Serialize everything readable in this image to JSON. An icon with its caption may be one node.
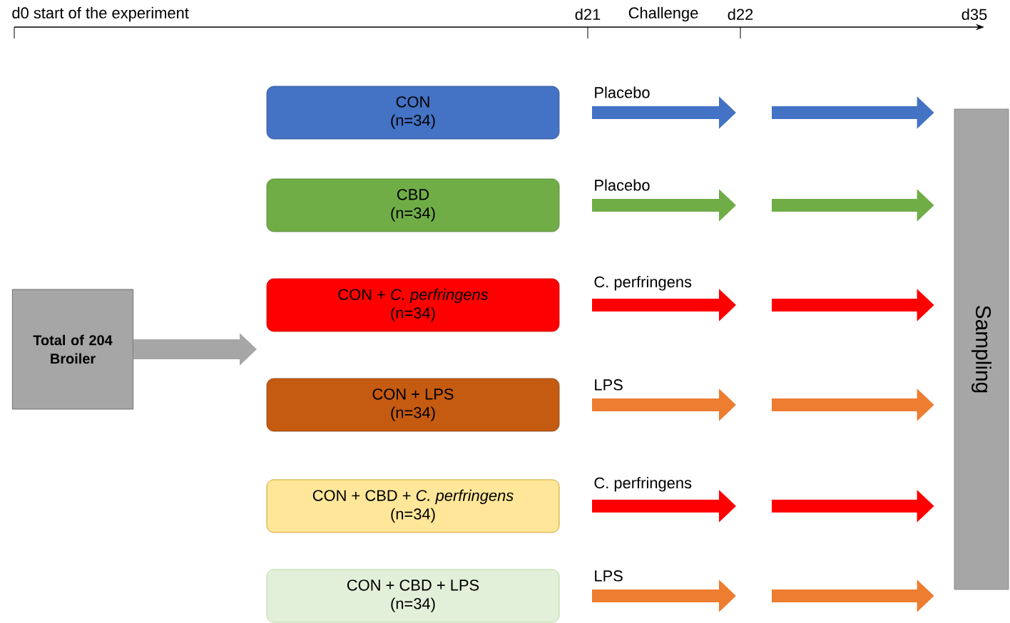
{
  "diagram": {
    "nodes": [
      {
        "text": [
          "Total of 204 Broiler"
        ]
      },
      {
        "text": [
          "CON",
          "(n=34)"
        ]
      },
      {
        "text": [
          "CBD",
          "(n=34)"
        ]
      },
      {
        "text": [
          "CON + *C. perfringens*",
          "(n=34)"
        ]
      },
      {
        "text": [
          "CON + LPS",
          "(n=34)"
        ]
      },
      {
        "text": [
          "CON + CBD + *C. perfringens*",
          "(n=34)"
        ]
      },
      {
        "text": [
          "CON + CBD + LPS",
          "(n=34)"
        ]
      },
      {
        "text": [
          "Sampling"
        ]
      }
    ],
    "edges": [
      {
        "from": 0,
        "to": null,
        "arrow": "to",
        "color": "#a6a6a6"
      },
      {
        "from": 1,
        "to": null,
        "arrow": "to",
        "label": "Placebo",
        "color": "#4472c4"
      },
      {
        "from": null,
        "to": 7,
        "arrow": "to",
        "color": "#4472c4"
      },
      {
        "from": 2,
        "to": null,
        "arrow": "to",
        "label": "Placebo",
        "color": "#70ad47"
      },
      {
        "from": null,
        "to": 7,
        "arrow": "to",
        "color": "#70ad47"
      },
      {
        "from": 3,
        "to": null,
        "arrow": "to",
        "label": "C. perfringens",
        "color": "#ff0000"
      },
      {
        "from": null,
        "to": 7,
        "arrow": "to",
        "color": "#ff0000"
      },
      {
        "from": 4,
        "to": null,
        "arrow": "to",
        "label": "LPS",
        "color": "#ed7d31"
      },
      {
        "from": null,
        "to": 7,
        "arrow": "to",
        "color": "#ed7d31"
      },
      {
        "from": 5,
        "to": null,
        "arrow": "to",
        "label": "C. perfringens",
        "color": "#ff0000"
      },
      {
        "from": null,
        "to": 7,
        "arrow": "to",
        "color": "#ff0000"
      },
      {
        "from": 6,
        "to": null,
        "arrow": "to",
        "label": "LPS",
        "color": "#ed7d31"
      },
      {
        "from": null,
        "to": 7,
        "arrow": "to",
        "color": "#ed7d31"
      }
    ],
    "labels": [
      "d0 start of the experiment",
      "d21",
      "Challenge",
      "d22",
      "d35"
    ]
  }
}
